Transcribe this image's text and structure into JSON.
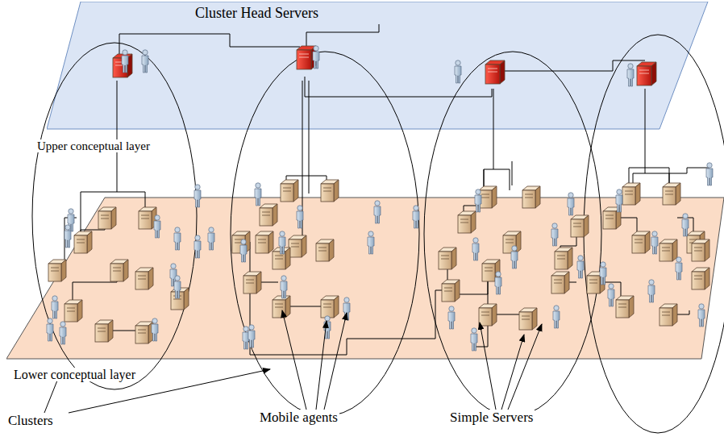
{
  "diagram": {
    "nodes": [
      {
        "text": [
          "Cluster Head Servers"
        ]
      },
      {
        "text": [
          "Lower conceptual layer"
        ]
      }
    ],
    "labels": [
      "Upper conceptual layer",
      "Clusters",
      "Mobile agents",
      "Simple Servers"
    ]
  }
}
